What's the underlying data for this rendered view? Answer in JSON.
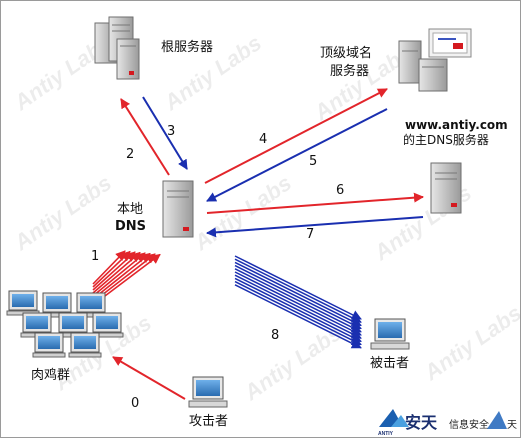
{
  "nodes": {
    "root": {
      "label": "根服务器"
    },
    "tld": {
      "line1": "顶级域名",
      "line2": "服务器"
    },
    "authoritative": {
      "line1": "www.antiy.com",
      "line2": "的主DNS服务器"
    },
    "local_dns": {
      "line1": "本地",
      "line2": "DNS"
    },
    "botnet": {
      "label": "肉鸡群"
    },
    "victim": {
      "label": "被击者"
    },
    "attacker": {
      "label": "攻击者"
    }
  },
  "steps": [
    "0",
    "1",
    "2",
    "3",
    "4",
    "5",
    "6",
    "7",
    "8"
  ],
  "watermark": "Antiy Labs",
  "logo": {
    "brand_en": "ANTIY",
    "brand_cn": "安天",
    "slogan_part1": "信息安全",
    "slogan_part2": "天"
  },
  "colors": {
    "request": "#e2252b",
    "response": "#1a2fb0",
    "server_body": "#b9b9b9",
    "screen": "#3e86c9"
  }
}
